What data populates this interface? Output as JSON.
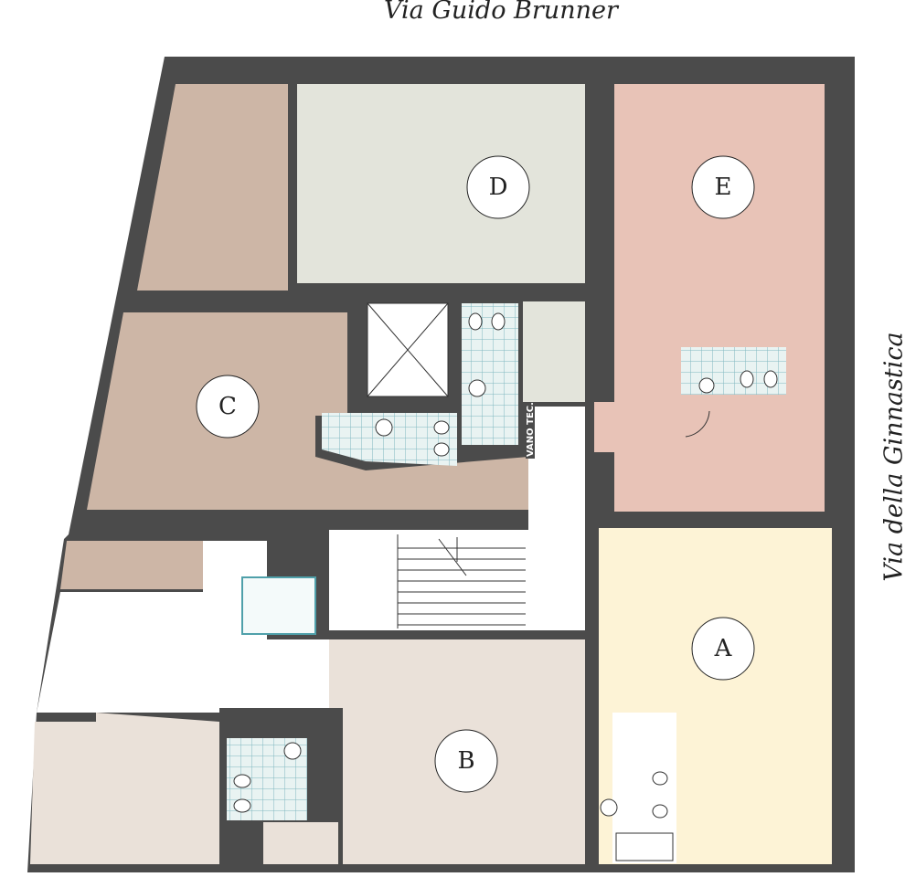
{
  "streets": {
    "top": "Via Guido Brunner",
    "right": "Via della Ginnastica"
  },
  "units": [
    {
      "id": "A",
      "label": "A",
      "color": "#fdf3d6"
    },
    {
      "id": "B",
      "label": "B",
      "color": "#eae1d9"
    },
    {
      "id": "C",
      "label": "C",
      "color": "#cdb6a6"
    },
    {
      "id": "D",
      "label": "D",
      "color": "#e3e4db"
    },
    {
      "id": "E",
      "label": "E",
      "color": "#e8c3b7"
    }
  ],
  "technical_room": "VANO TEC.",
  "colors": {
    "wall": "#4b4b4b",
    "tile": "#7fb7c0",
    "corridor": "#ffffff"
  }
}
